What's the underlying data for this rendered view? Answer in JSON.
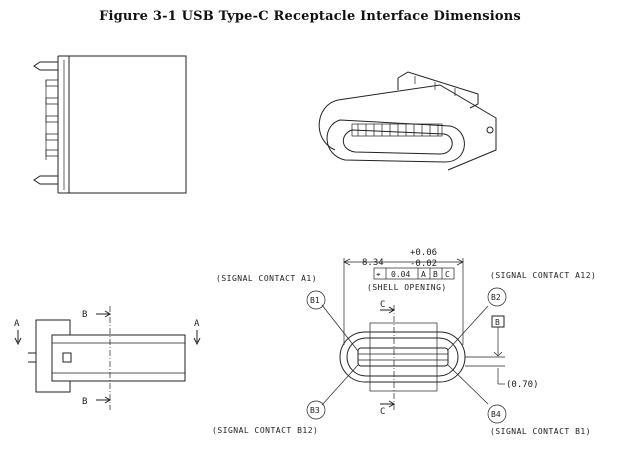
{
  "title": "Figure 3-1  USB Type-C Receptacle Interface Dimensions",
  "labels": {
    "signal_a1": "(SIGNAL CONTACT A1)",
    "signal_a12": "(SIGNAL CONTACT A12)",
    "signal_b12": "(SIGNAL CONTACT B12)",
    "signal_b1": "(SIGNAL CONTACT B1)",
    "shell_opening": "(SHELL OPENING)",
    "ref_dim": "(0.70)"
  },
  "dimension": {
    "nominal": "8.34",
    "tol_plus": "+0.06",
    "tol_minus": "-0.02"
  },
  "tolerance_frame": {
    "symbol": "⌖",
    "value": "0.04",
    "datums": [
      "A",
      "B",
      "C"
    ]
  },
  "datum_b_box": "B",
  "bubbles": [
    "B1",
    "B2",
    "B3",
    "B4"
  ],
  "section_letters": {
    "a": "A",
    "b": "B",
    "c": "C"
  }
}
